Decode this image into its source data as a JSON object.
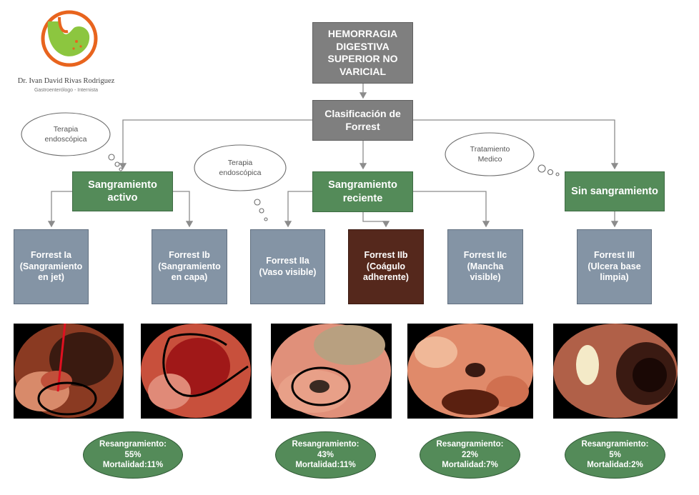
{
  "logo": {
    "name": "Dr. Ivan David Rivas Rodriguez",
    "subtitle": "Gastroenterólogo - Internista"
  },
  "root": "HEMORRAGIA\nDIGESTIVA\nSUPERIOR NO\nVARICIAL",
  "forrest": "Clasificación de\nForrest",
  "categories": {
    "active": "Sangramiento\nactivo",
    "recent": "Sangramiento\nreciente",
    "none": "Sin sangramiento"
  },
  "clouds": {
    "therapy1": "Terapia\nendoscópica",
    "therapy2": "Terapia\nendoscópica",
    "medical": "Tratamiento\nMedico"
  },
  "classes": {
    "ia": "Forrest Ia\n(Sangramiento\nen jet)",
    "ib": "Forrest Ib\n(Sangramiento\nen capa)",
    "iia": "Forrest IIa\n(Vaso visible)",
    "iib": "Forrest IIb\n(Coágulo\nadherente)",
    "iic": "Forrest IIc\n(Mancha\nvisible)",
    "iii": "Forrest III\n(Ulcera base\nlimpia)"
  },
  "outcomes": {
    "o1": {
      "rebleed_label": "Resangramiento:",
      "rebleed": "55%",
      "mortality": "Mortalidad:11%"
    },
    "o2": {
      "rebleed_label": "Resangramiento:",
      "rebleed": "43%",
      "mortality": "Mortalidad:11%"
    },
    "o3": {
      "rebleed_label": "Resangramiento:",
      "rebleed": "22%",
      "mortality": "Mortalidad:7%"
    },
    "o4": {
      "rebleed_label": "Resangramiento:",
      "rebleed": "5%",
      "mortality": "Mortalidad:2%"
    }
  },
  "colors": {
    "gray_box": "#7f7f7f",
    "green_box": "#548b59",
    "slate_box": "#8494a5",
    "highlight_box": "#55281c",
    "connector": "#8c8c8c"
  }
}
